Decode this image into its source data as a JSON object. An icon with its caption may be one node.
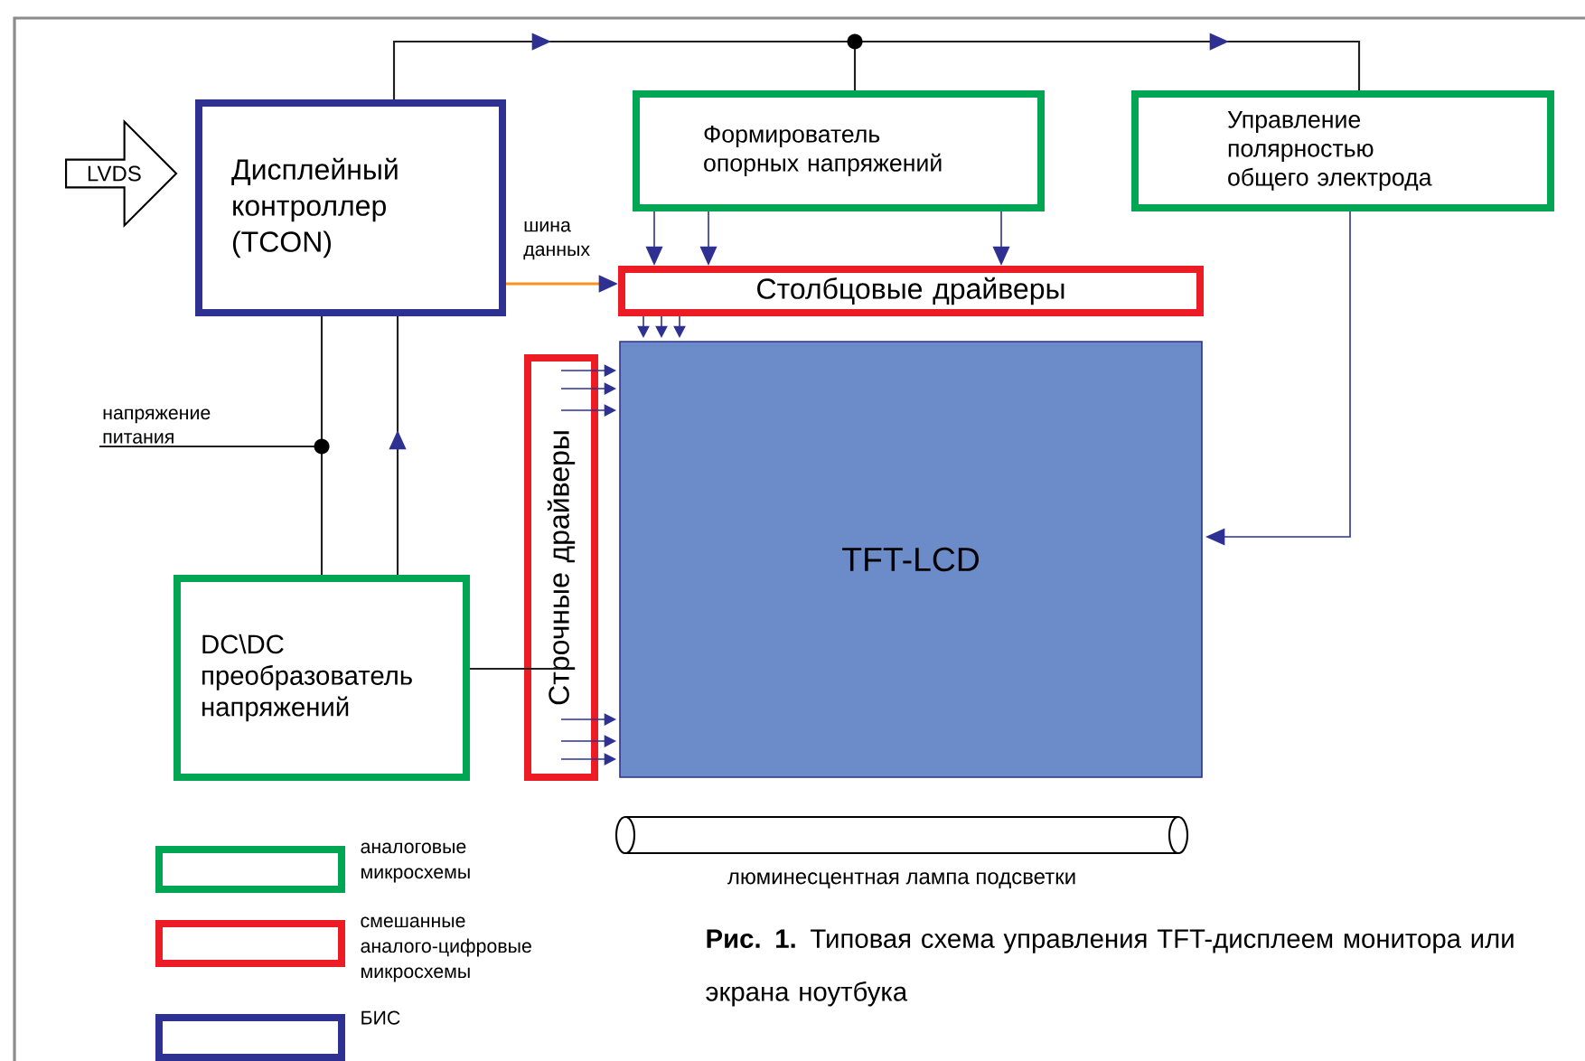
{
  "diagram": {
    "caption": "**Рис. 1.** Типовая схема управления TFT-дисплеем монитора или экрана ноутбука",
    "nodes": [
      {
        "text": [
          "LVDS"
        ]
      },
      {
        "text": [
          "Дисплейный контроллер (TCON)"
        ]
      },
      {
        "text": [
          "Формирователь опорных напряжений"
        ]
      },
      {
        "text": [
          "Управление полярностью общего электрода"
        ]
      },
      {
        "text": [
          "Столбцовые драйверы"
        ]
      },
      {
        "text": [
          "Строчные драйверы"
        ]
      },
      {
        "text": [
          "TFT-LCD"
        ]
      },
      {
        "text": [
          "DC\\DC преобразователь напряжений"
        ]
      },
      {
        "text": [
          "напряжение питания"
        ]
      },
      {
        "text": [],
        "shape": "cylinder",
        "beside": [
          "люминесцентная лампа подсветки"
        ]
      }
    ],
    "edges": [
      {
        "from": 1,
        "to": 2,
        "arrow": "to",
        "color": "#231f20"
      },
      {
        "from": 1,
        "to": 3,
        "arrow": "to",
        "color": "#231f20"
      },
      {
        "from": 1,
        "to": 4,
        "arrow": "to",
        "label": "шина данных",
        "color": "#f7941d"
      },
      {
        "from": 2,
        "to": 4,
        "arrow": "to"
      },
      {
        "from": 2,
        "to": 4,
        "arrow": "to"
      },
      {
        "from": 2,
        "to": 4,
        "arrow": "to"
      },
      {
        "from": 3,
        "to": 6,
        "arrow": "to"
      },
      {
        "from": 4,
        "to": 6,
        "arrow": "to"
      },
      {
        "from": 4,
        "to": 6,
        "arrow": "to"
      },
      {
        "from": 4,
        "to": 6,
        "arrow": "to"
      },
      {
        "from": 5,
        "to": 6,
        "arrow": "to"
      },
      {
        "from": 5,
        "to": 6,
        "arrow": "to"
      },
      {
        "from": 5,
        "to": 6,
        "arrow": "to"
      },
      {
        "from": 5,
        "to": 6,
        "arrow": "to"
      },
      {
        "from": 5,
        "to": 6,
        "arrow": "to"
      },
      {
        "from": 5,
        "to": 6,
        "arrow": "to"
      },
      {
        "from": 8,
        "to": 1,
        "arrow": "none",
        "color": "#231f20"
      },
      {
        "from": 8,
        "to": 7,
        "arrow": "none",
        "color": "#231f20"
      },
      {
        "from": 7,
        "to": 1,
        "arrow": "to",
        "color": "#231f20"
      },
      {
        "from": 7,
        "to": 5,
        "arrow": "none",
        "color": "#231f20"
      }
    ],
    "legend": [
      {
        "text": "аналоговые микросхемы",
        "color": "#00a651"
      },
      {
        "text": "смешанные аналого-цифровые микросхемы",
        "color": "#ed1c24"
      },
      {
        "text": "БИС",
        "color": "#2e3192"
      }
    ]
  }
}
